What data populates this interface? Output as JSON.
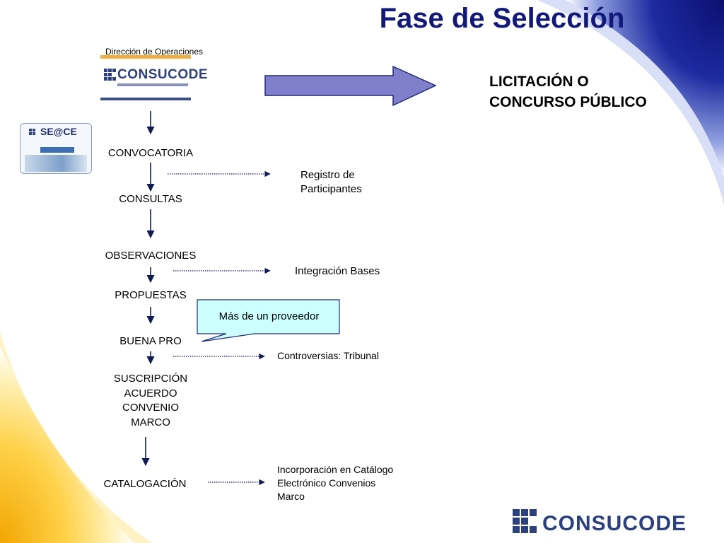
{
  "slide": {
    "title": "Fase de Selección",
    "subtitle": "Dirección  de Operaciones",
    "right_title_line1": "LICITACIÓN O",
    "right_title_line2": "CONCURSO PÚBLICO"
  },
  "logos": {
    "consucode": "CONSUCODE",
    "seace": "SE@CE"
  },
  "steps": {
    "convocatoria": "CONVOCATORIA",
    "consultas": "CONSULTAS",
    "observaciones": "OBSERVACIONES",
    "propuestas": "PROPUESTAS",
    "buena_pro": "BUENA PRO",
    "suscripcion_line1": "SUSCRIPCIÓN",
    "suscripcion_line2": "ACUERDO",
    "suscripcion_line3": "CONVENIO",
    "suscripcion_line4": "MARCO",
    "catalogacion": "CATALOGACIÓN"
  },
  "notes": {
    "registro_line1": "Registro de",
    "registro_line2": "Participantes",
    "integracion": "Integración Bases",
    "controversias": "Controversias: Tribunal",
    "incorporacion_line1": "Incorporación en Catálogo",
    "incorporacion_line2": "Electrónico Convenios",
    "incorporacion_line3": "Marco"
  },
  "callout": {
    "text": "Más de un proveedor"
  },
  "colors": {
    "title": "#13197a",
    "big_arrow_fill": "#7f7fcc",
    "big_arrow_stroke": "#1f2a7a",
    "callout_fill": "#ccffff",
    "logo_blue": "#2c3f7e",
    "decor_blue": "#14188a",
    "decor_gold": "#f5b400"
  }
}
